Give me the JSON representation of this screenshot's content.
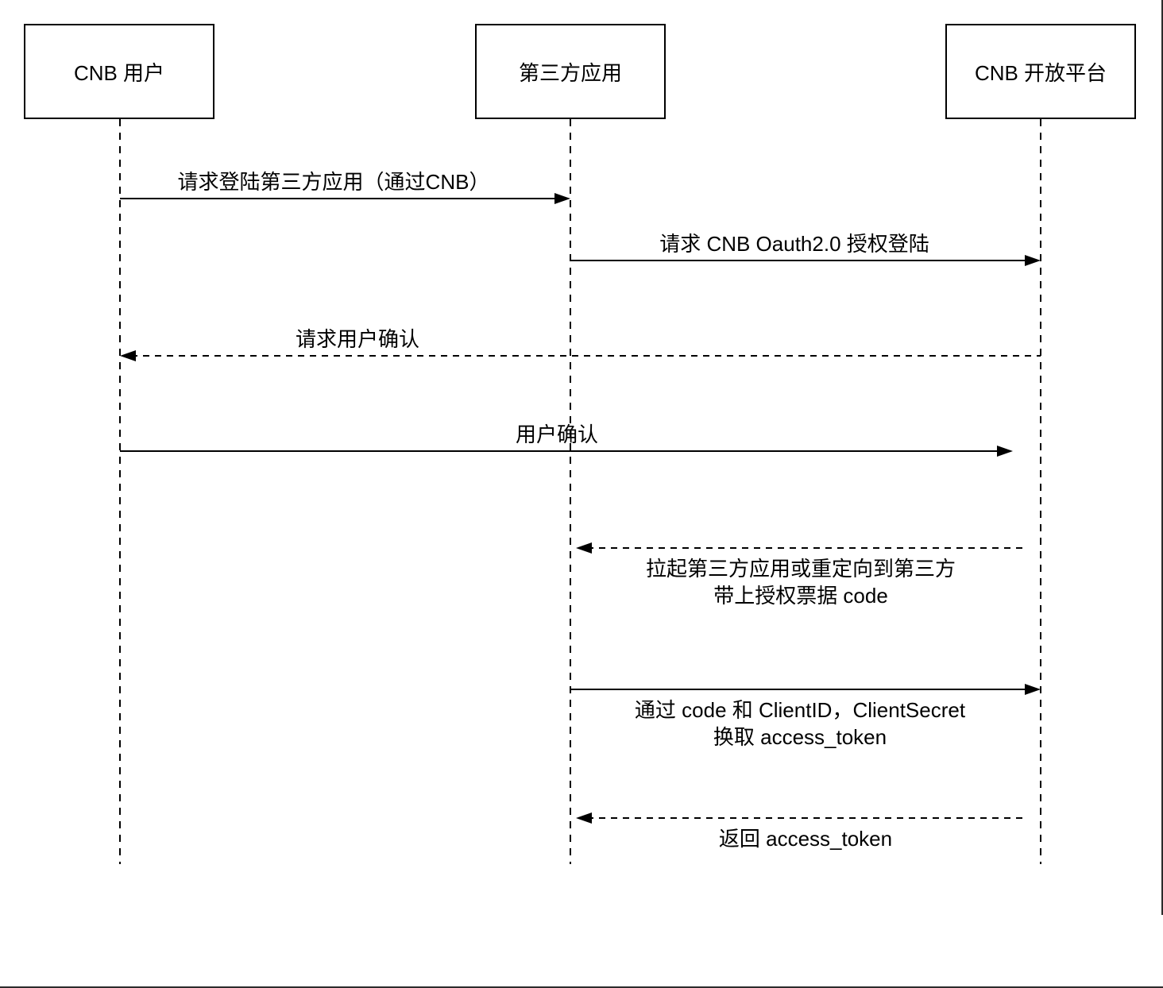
{
  "diagram": {
    "type": "sequence",
    "actors": [
      {
        "id": "cnb-user",
        "label": "CNB 用户"
      },
      {
        "id": "third-party-app",
        "label": "第三方应用"
      },
      {
        "id": "cnb-open-platform",
        "label": "CNB 开放平台"
      }
    ],
    "messages": [
      {
        "label": "请求登陆第三方应用（通过CNB）",
        "from": "CNB 用户",
        "to": "第三方应用",
        "line": "solid",
        "arrow_direction": "right",
        "label_position": "above"
      },
      {
        "label": "请求 CNB Oauth2.0 授权登陆",
        "from": "第三方应用",
        "to": "CNB 开放平台",
        "line": "solid",
        "arrow_direction": "right",
        "label_position": "above"
      },
      {
        "label": "请求用户确认",
        "from": "CNB 开放平台",
        "to": "CNB 用户",
        "line": "dashed",
        "arrow_direction": "left",
        "label_position": "above"
      },
      {
        "label": "用户确认",
        "from": "CNB 用户",
        "to": "CNB 开放平台",
        "line": "solid",
        "arrow_direction": "right",
        "label_position": "above"
      },
      {
        "lines": [
          "拉起第三方应用或重定向到第三方",
          "带上授权票据 code"
        ],
        "from": "CNB 开放平台",
        "to": "第三方应用",
        "line": "dashed",
        "arrow_direction": "left",
        "label_position": "below"
      },
      {
        "lines": [
          "通过 code 和 ClientID，ClientSecret",
          "换取 access_token"
        ],
        "from": "第三方应用",
        "to": "CNB 开放平台",
        "line": "solid",
        "arrow_direction": "right",
        "label_position": "below"
      },
      {
        "label": "返回 access_token",
        "from": "CNB 开放平台",
        "to": "第三方应用",
        "line": "dashed",
        "arrow_direction": "left",
        "label_position": "below"
      }
    ]
  }
}
